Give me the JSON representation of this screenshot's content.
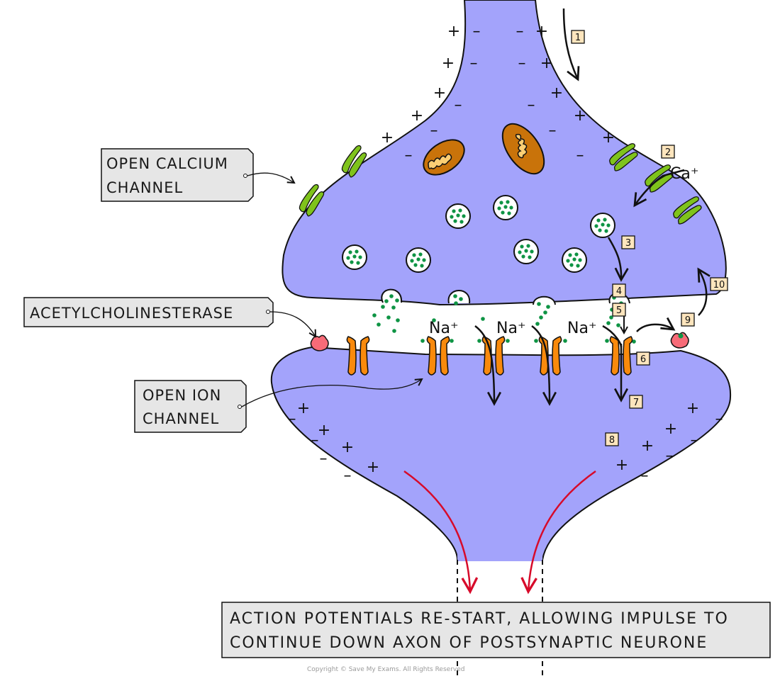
{
  "colors": {
    "cytoplasm": "#a3a3fb",
    "calcium_channel": "#7fc31c",
    "mitochondrion_outer": "#c9730a",
    "mitochondrion_inner": "#fccf74",
    "neurotransmitter": "#0e9444",
    "ion_channel": "#f98a0c",
    "enzyme": "#f76b78",
    "step_box": "#fde5bd",
    "label_box": "#e6e6e6",
    "impulse_arrow": "#d70a2a"
  },
  "labels": {
    "calcium_channel": [
      "OPEN CALCIUM",
      "CHANNEL"
    ],
    "acetylcholinesterase": [
      "ACETYLCHOLINESTERASE"
    ],
    "ion_channel": [
      "OPEN ION",
      "CHANNEL"
    ],
    "caption": [
      "ACTION POTENTIALS RE-START, ALLOWING IMPULSE TO",
      "CONTINUE DOWN AXON OF POSTSYNAPTIC NEURONE"
    ]
  },
  "ions": {
    "calcium": "Ca⁺",
    "sodium": "Na⁺"
  },
  "steps": [
    "1",
    "2",
    "3",
    "4",
    "5",
    "6",
    "7",
    "8",
    "9",
    "10"
  ],
  "charges": {
    "plus": "+",
    "minus": "–"
  },
  "copyright": "Copyright © Save My Exams. All Rights Reserved"
}
